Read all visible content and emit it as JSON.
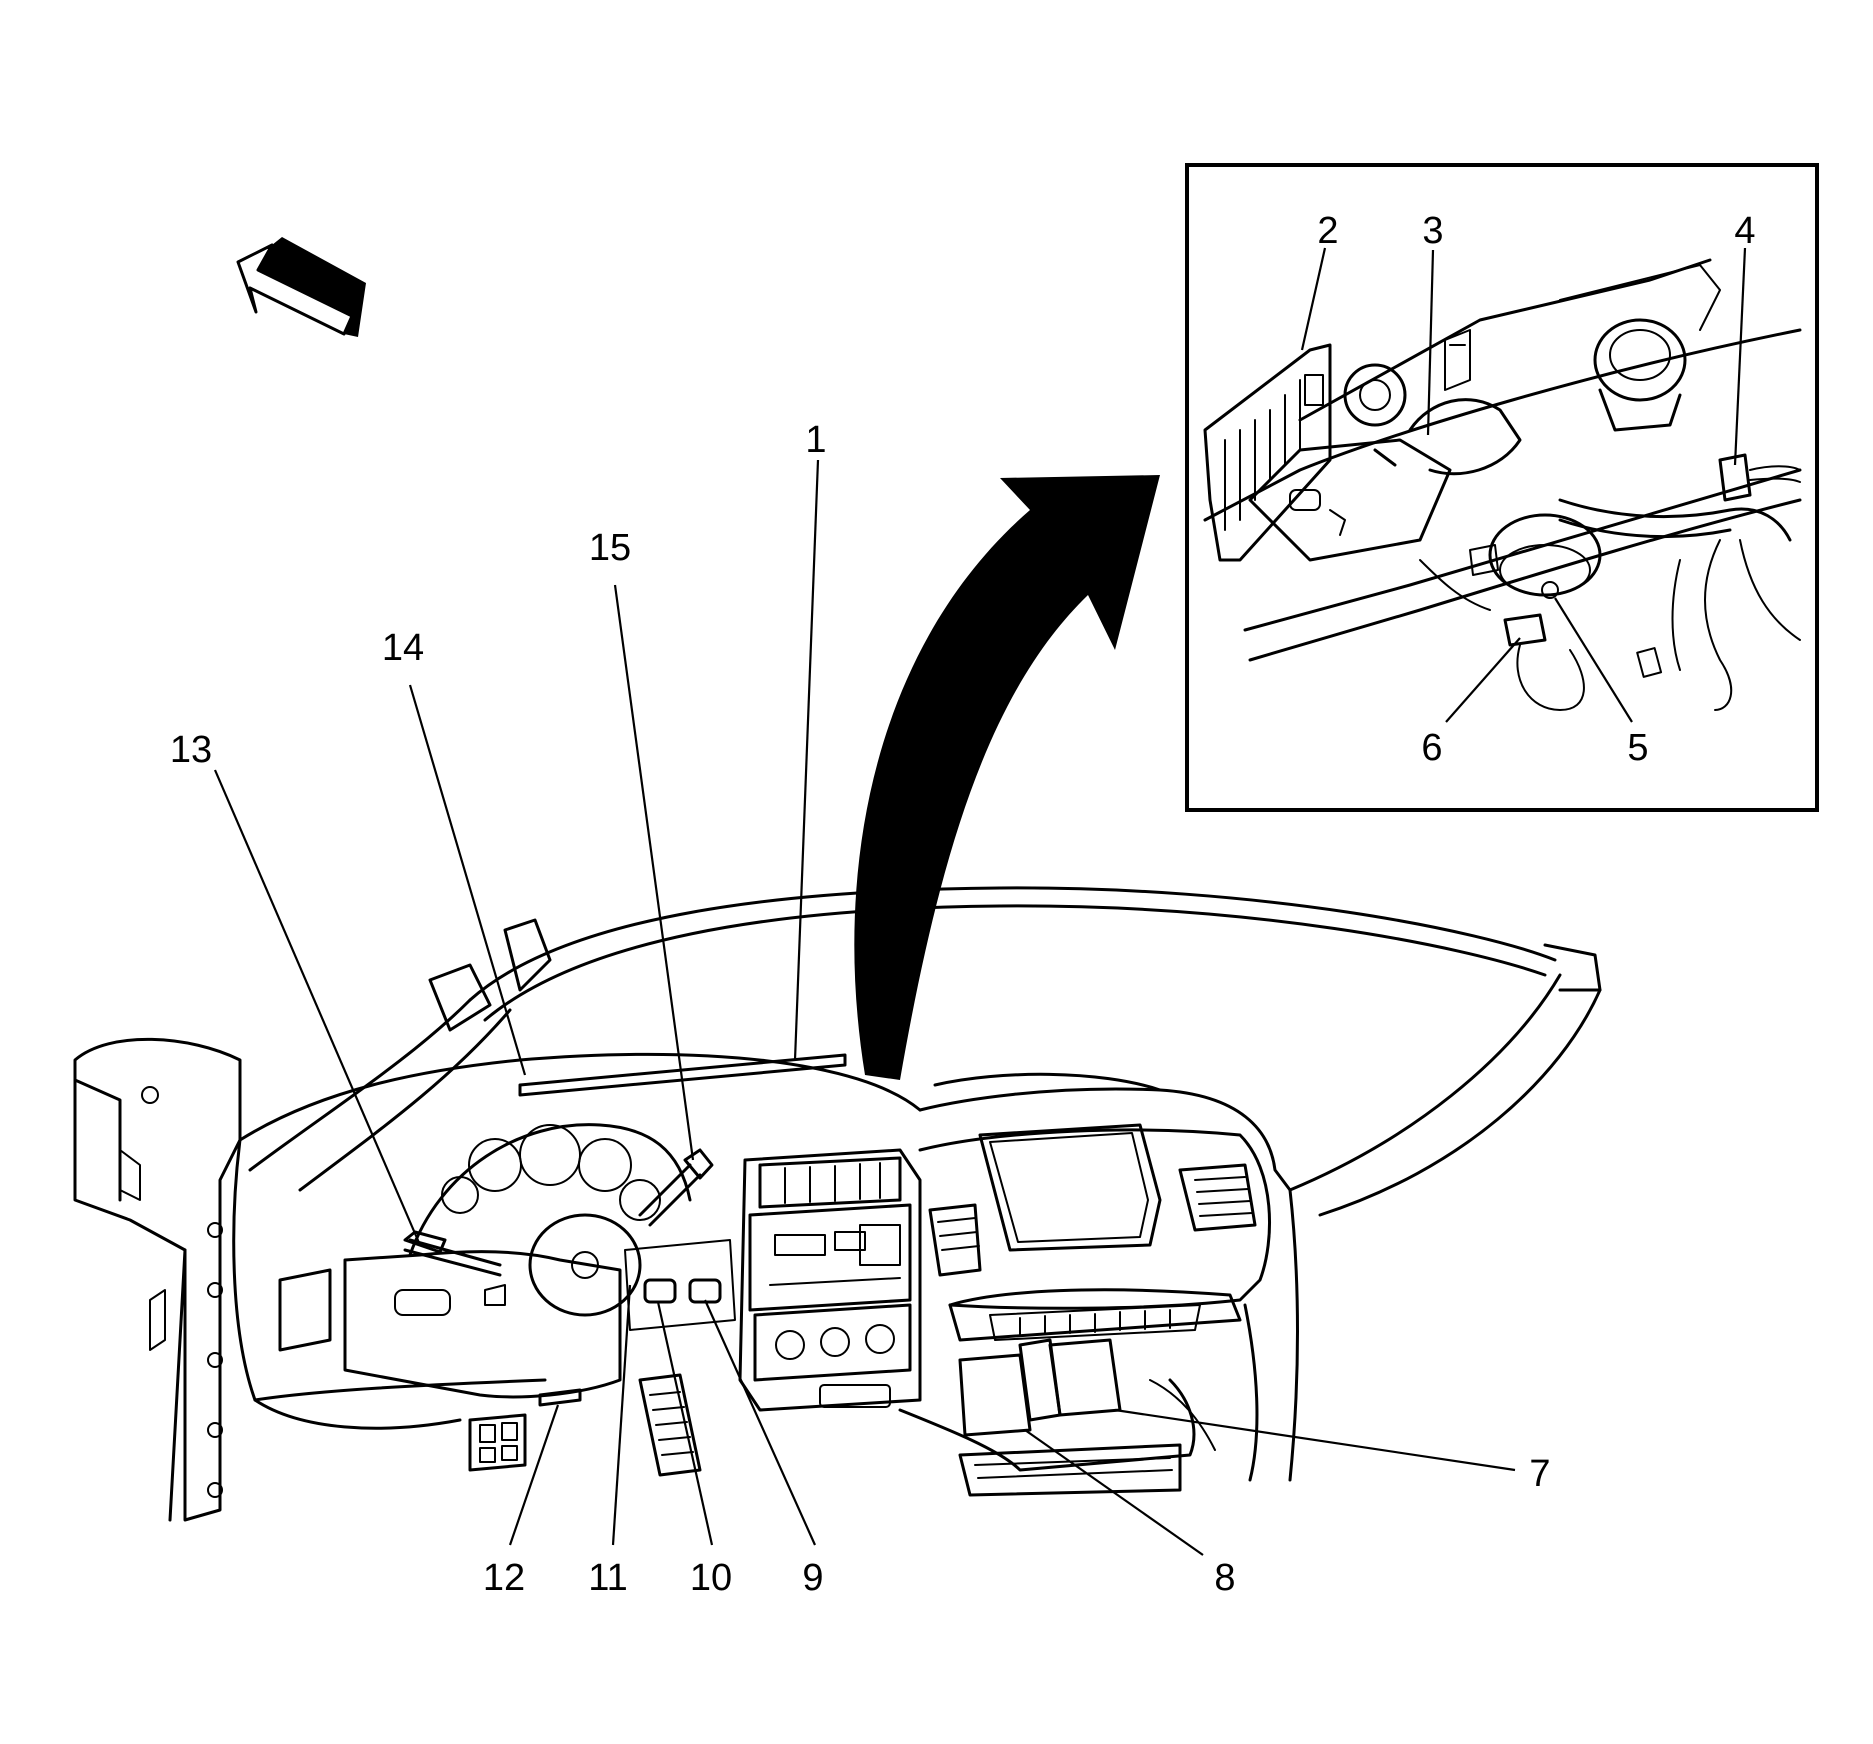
{
  "diagram": {
    "callouts": [
      "1",
      "2",
      "3",
      "4",
      "5",
      "6",
      "7",
      "8",
      "9",
      "10",
      "11",
      "12",
      "13",
      "14",
      "15"
    ],
    "colors": {
      "ink": "#000000",
      "paper": "#ffffff"
    },
    "icons": [
      "forward-direction-arrow-icon",
      "detail-view-arrow-icon"
    ]
  }
}
